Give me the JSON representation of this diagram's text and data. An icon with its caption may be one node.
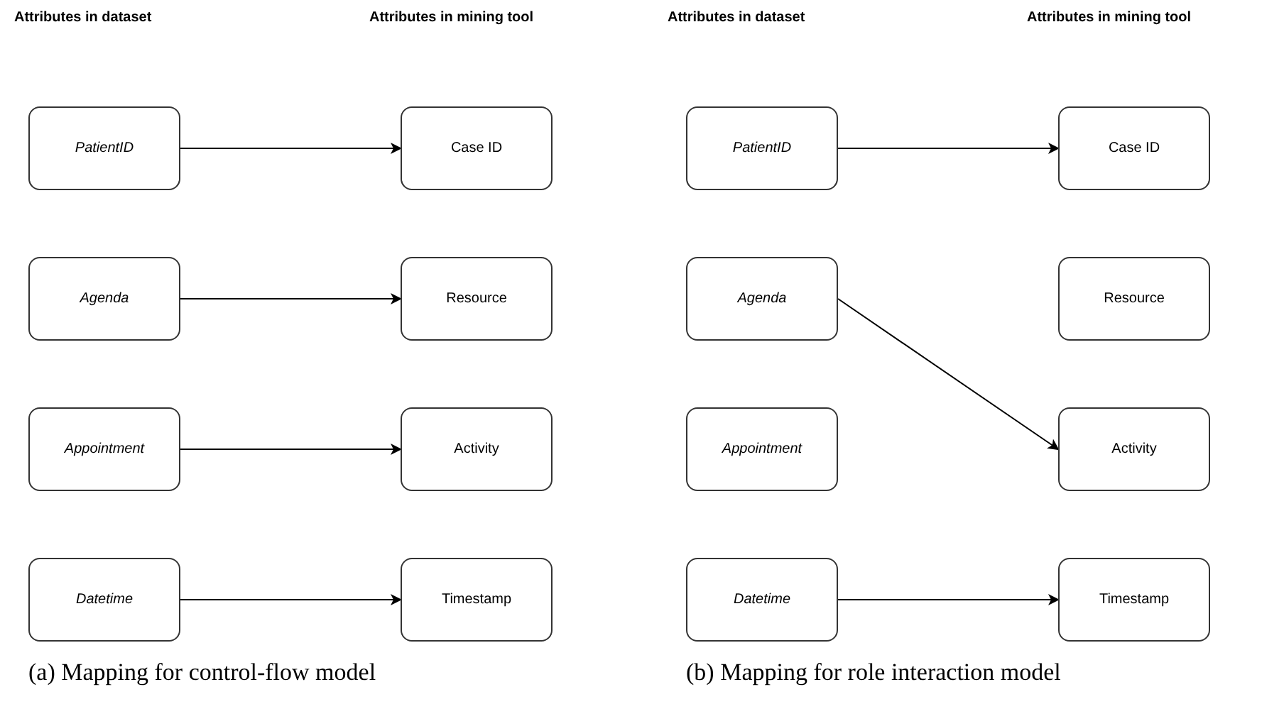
{
  "diagram": {
    "nodes": [
      {
        "text": [
          "PatientID"
        ]
      },
      {
        "text": [
          "Case ID"
        ]
      },
      {
        "text": [
          "Agenda"
        ]
      },
      {
        "text": [
          "Resource"
        ]
      },
      {
        "text": [
          "Appointment"
        ]
      },
      {
        "text": [
          "Activity"
        ]
      },
      {
        "text": [
          "Datetime"
        ]
      },
      {
        "text": [
          "Timestamp"
        ]
      },
      {
        "text": [
          "PatientID"
        ]
      },
      {
        "text": [
          "Case ID"
        ]
      },
      {
        "text": [
          "Agenda"
        ]
      },
      {
        "text": [
          "Resource"
        ]
      },
      {
        "text": [
          "Appointment"
        ]
      },
      {
        "text": [
          "Activity"
        ]
      },
      {
        "text": [
          "Datetime"
        ]
      },
      {
        "text": [
          "Timestamp"
        ]
      }
    ],
    "edges": [
      {
        "from": 0,
        "to": 1,
        "arrow": "to"
      },
      {
        "from": 2,
        "to": 3,
        "arrow": "to"
      },
      {
        "from": 4,
        "to": 5,
        "arrow": "to"
      },
      {
        "from": 6,
        "to": 7,
        "arrow": "to"
      },
      {
        "from": 8,
        "to": 9,
        "arrow": "to"
      },
      {
        "from": 10,
        "to": 13,
        "arrow": "to"
      },
      {
        "from": 14,
        "to": 15,
        "arrow": "to"
      }
    ],
    "labels": [
      "Attributes in dataset",
      "Attributes in mining tool",
      "Attributes in dataset",
      "Attributes in mining tool",
      "(a) Mapping for control-flow model",
      "(b) Mapping for role interaction model"
    ]
  }
}
